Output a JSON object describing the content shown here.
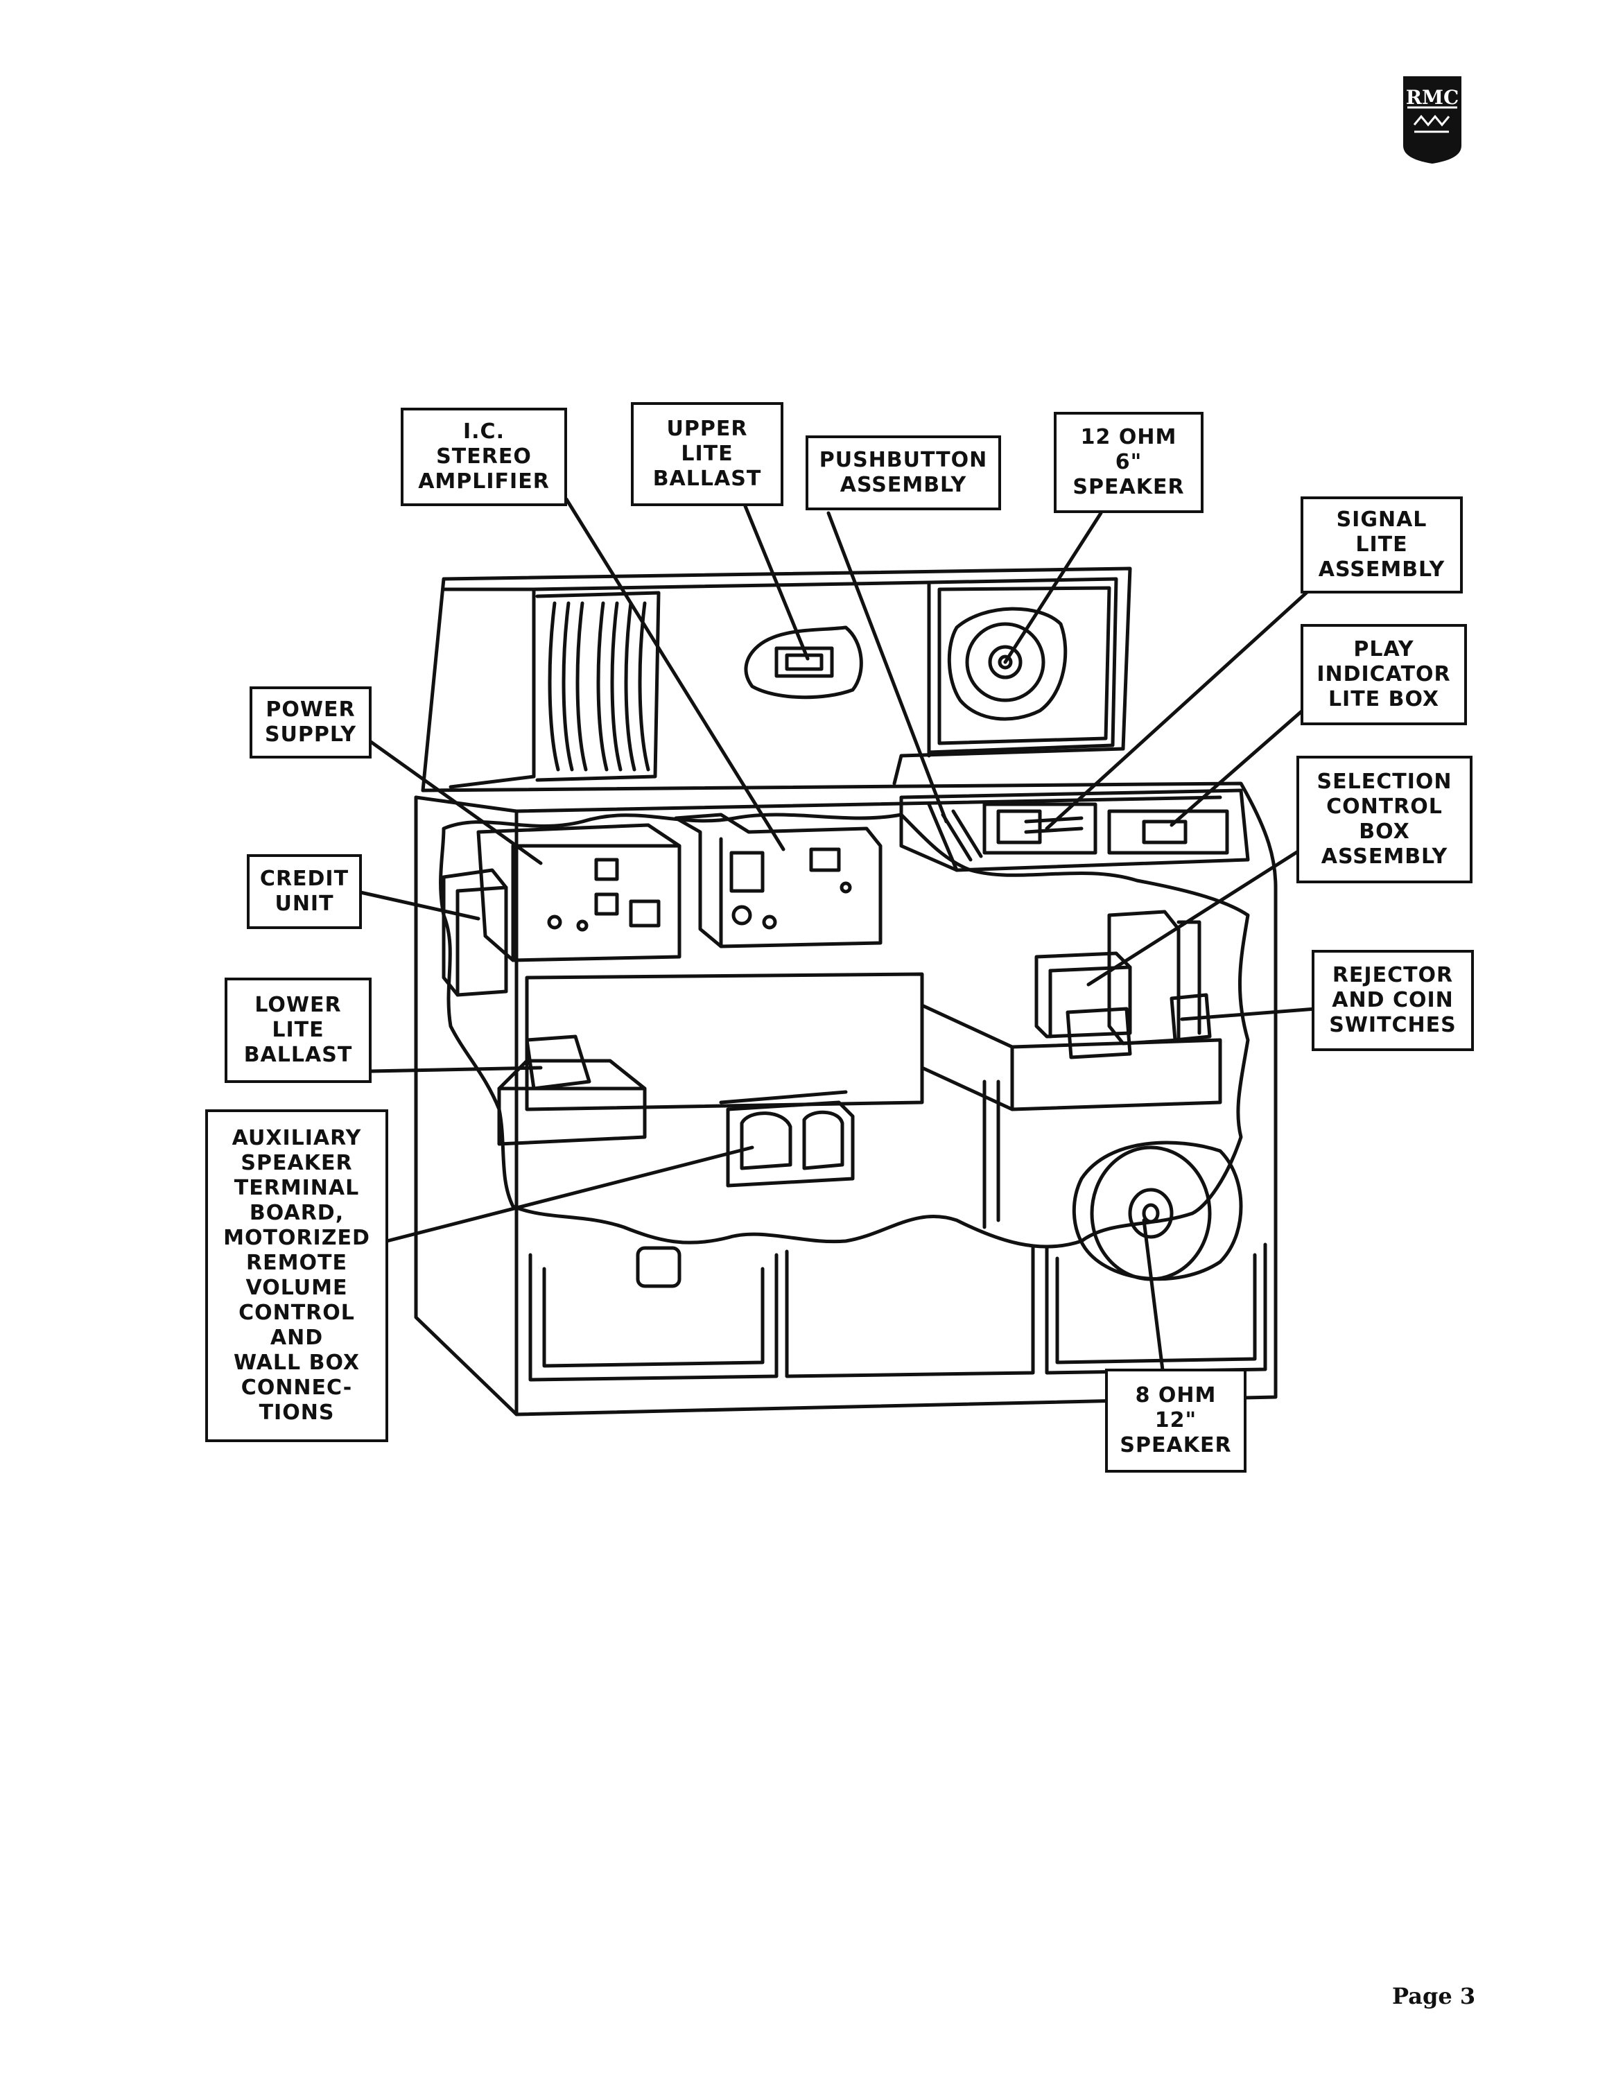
{
  "logo": {
    "text": "RMC",
    "icon": "rmc-crown-shield-icon"
  },
  "labels": {
    "ic_amp": [
      "I.C.",
      "STEREO",
      "AMPLIFIER"
    ],
    "upper_ballast": [
      "UPPER",
      "LITE",
      "BALLAST"
    ],
    "pushbutton": [
      "PUSHBUTTON",
      "ASSEMBLY"
    ],
    "speaker6": [
      "12 OHM",
      "6\"",
      "SPEAKER"
    ],
    "signal_lite": [
      "SIGNAL",
      "LITE",
      "ASSEMBLY"
    ],
    "play_indicator": [
      "PLAY",
      "INDICATOR",
      "LITE BOX"
    ],
    "selection_control": [
      "SELECTION",
      "CONTROL",
      "BOX",
      "ASSEMBLY"
    ],
    "power_supply": [
      "POWER",
      "SUPPLY"
    ],
    "credit_unit": [
      "CREDIT",
      "UNIT"
    ],
    "lower_ballast": [
      "LOWER",
      "LITE",
      "BALLAST"
    ],
    "rejector": [
      "REJECTOR",
      "AND COIN",
      "SWITCHES"
    ],
    "auxiliary": [
      "AUXILIARY",
      "SPEAKER",
      "TERMINAL",
      "BOARD,",
      "MOTORIZED",
      "REMOTE",
      "VOLUME",
      "CONTROL",
      "AND",
      "WALL BOX",
      "CONNEC-",
      "TIONS"
    ],
    "speaker12": [
      "8 OHM",
      "12\"",
      "SPEAKER"
    ]
  },
  "footer": {
    "page": "Page 3"
  }
}
